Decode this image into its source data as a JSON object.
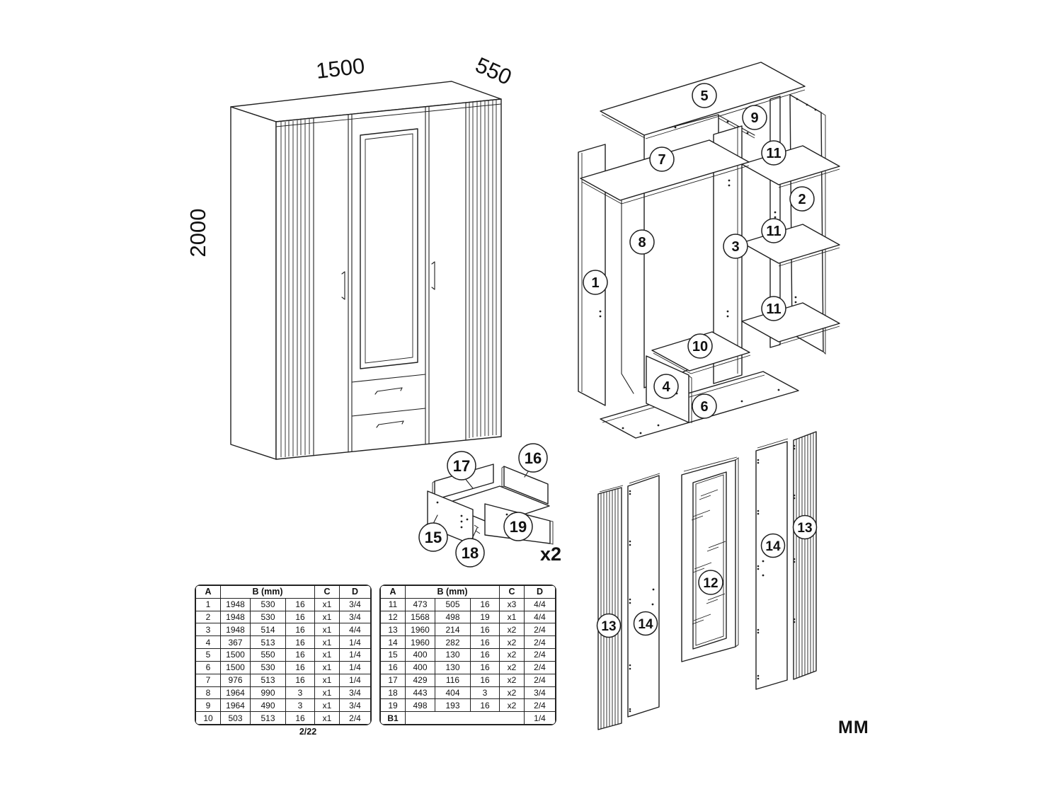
{
  "page": {
    "units_label": "MM",
    "page_number": "2/22"
  },
  "overview": {
    "width": "1500",
    "depth": "550",
    "height": "2000"
  },
  "exploded": {
    "callouts": [
      "5",
      "9",
      "7",
      "11",
      "2",
      "11",
      "8",
      "3",
      "1",
      "11",
      "10",
      "4",
      "6"
    ]
  },
  "drawer_assembly": {
    "callouts": [
      "17",
      "16",
      "15",
      "18",
      "19"
    ],
    "quantity_label": "x2"
  },
  "door_panels": {
    "callouts": [
      "13",
      "14",
      "12",
      "14",
      "13"
    ]
  },
  "parts_tables": [
    {
      "headers": [
        "A",
        "B (mm)",
        "C",
        "D"
      ],
      "rows": [
        [
          "1",
          "1948",
          "530",
          "16",
          "x1",
          "3/4"
        ],
        [
          "2",
          "1948",
          "530",
          "16",
          "x1",
          "3/4"
        ],
        [
          "3",
          "1948",
          "514",
          "16",
          "x1",
          "4/4"
        ],
        [
          "4",
          "367",
          "513",
          "16",
          "x1",
          "1/4"
        ],
        [
          "5",
          "1500",
          "550",
          "16",
          "x1",
          "1/4"
        ],
        [
          "6",
          "1500",
          "530",
          "16",
          "x1",
          "1/4"
        ],
        [
          "7",
          "976",
          "513",
          "16",
          "x1",
          "1/4"
        ],
        [
          "8",
          "1964",
          "990",
          "3",
          "x1",
          "3/4"
        ],
        [
          "9",
          "1964",
          "490",
          "3",
          "x1",
          "3/4"
        ],
        [
          "10",
          "503",
          "513",
          "16",
          "x1",
          "2/4"
        ]
      ]
    },
    {
      "headers": [
        "A",
        "B (mm)",
        "C",
        "D"
      ],
      "rows": [
        [
          "11",
          "473",
          "505",
          "16",
          "x3",
          "4/4"
        ],
        [
          "12",
          "1568",
          "498",
          "19",
          "x1",
          "4/4"
        ],
        [
          "13",
          "1960",
          "214",
          "16",
          "x2",
          "2/4"
        ],
        [
          "14",
          "1960",
          "282",
          "16",
          "x2",
          "2/4"
        ],
        [
          "15",
          "400",
          "130",
          "16",
          "x2",
          "2/4"
        ],
        [
          "16",
          "400",
          "130",
          "16",
          "x2",
          "2/4"
        ],
        [
          "17",
          "429",
          "116",
          "16",
          "x2",
          "2/4"
        ],
        [
          "18",
          "443",
          "404",
          "3",
          "x2",
          "3/4"
        ],
        [
          "19",
          "498",
          "193",
          "16",
          "x2",
          "2/4"
        ]
      ],
      "last_row": {
        "label": "B1",
        "value": "1/4"
      }
    }
  ]
}
